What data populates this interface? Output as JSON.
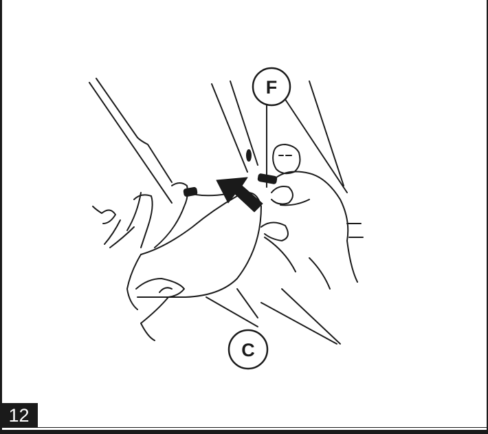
{
  "step": {
    "number": "12"
  },
  "callouts": {
    "f_label": "F",
    "c_label": "C"
  },
  "colors": {
    "ink": "#1a1a1a",
    "paper": "#ffffff"
  }
}
